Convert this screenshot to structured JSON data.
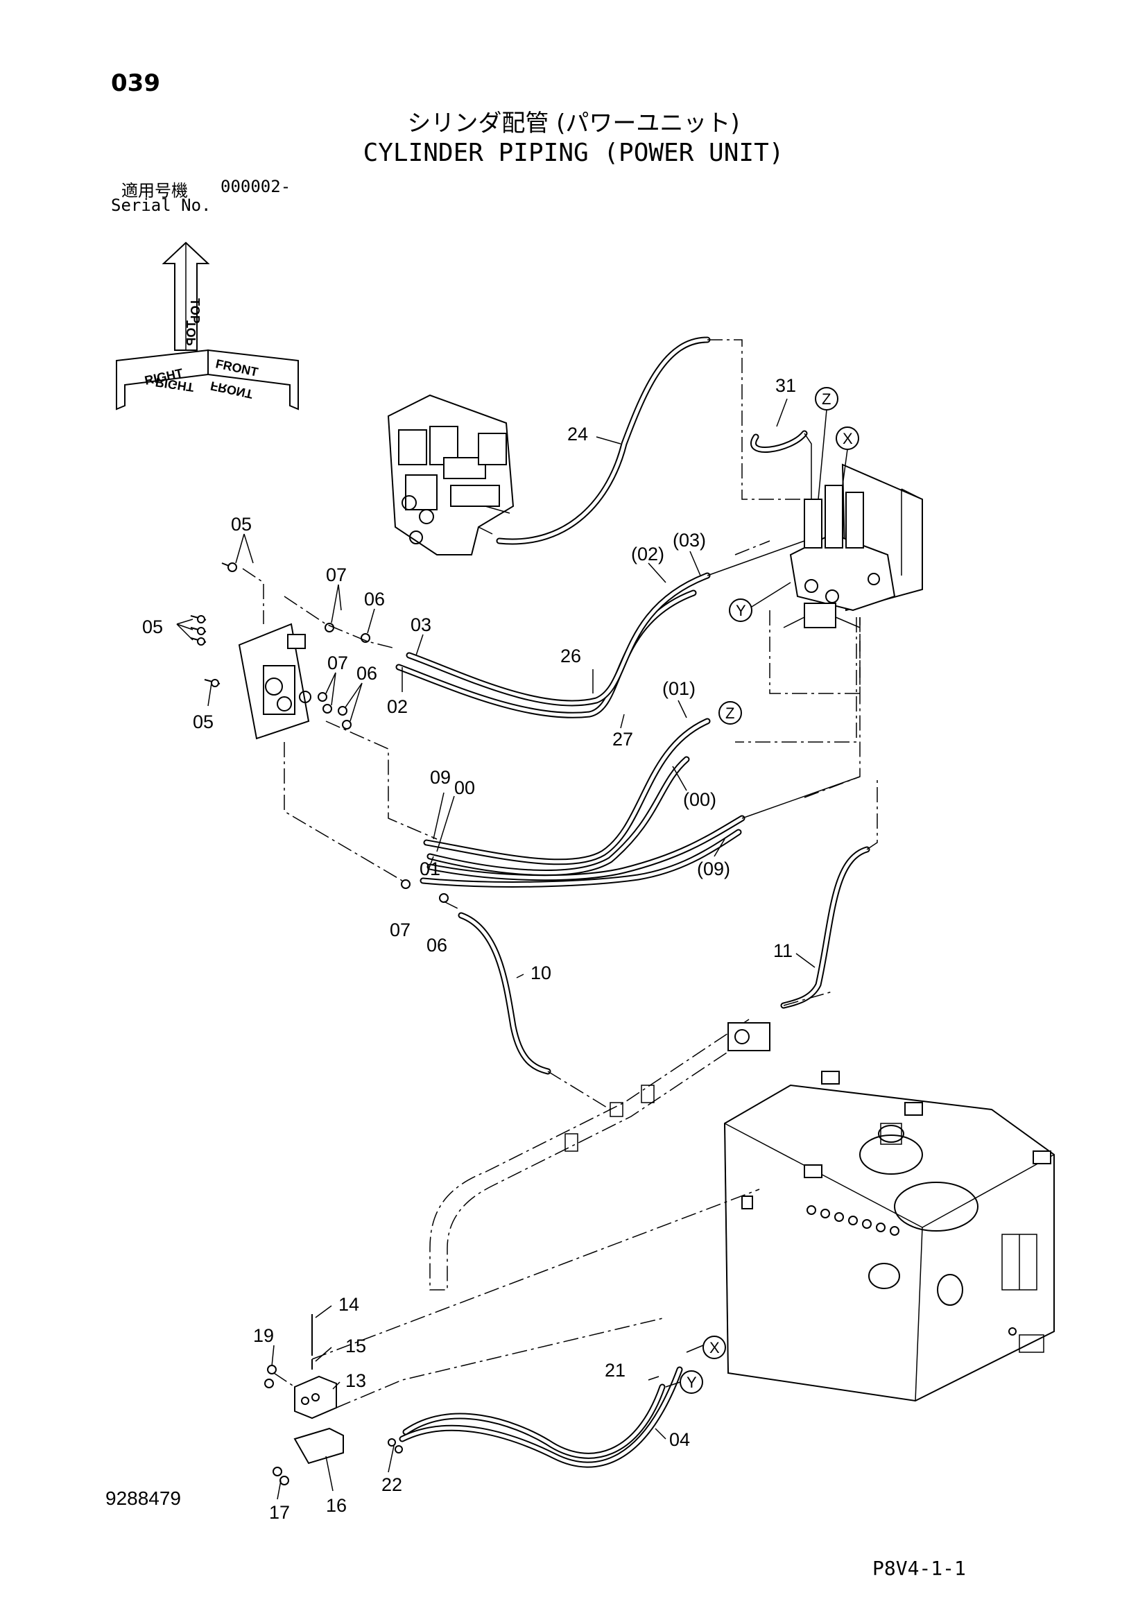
{
  "page_number": "039",
  "title_jp": "シリンダ配管 (パワーユニット)",
  "title_en": "CYLINDER PIPING (POWER UNIT)",
  "serial": {
    "label_jp": "適用号機",
    "value": "000002-",
    "label_en": "Serial No."
  },
  "orientation": {
    "top": "TOP",
    "right": "RIGHT",
    "front": "FRONT"
  },
  "callouts": {
    "x": "X",
    "y": "Y",
    "z": "Z"
  },
  "part_labels": {
    "p00": "00",
    "p00b": "(00)",
    "p01": "01",
    "p01b": "(01)",
    "p02": "02",
    "p02b": "(02)",
    "p03": "03",
    "p03b": "(03)",
    "p04": "04",
    "p05": "05",
    "p06": "06",
    "p07": "07",
    "p09": "09",
    "p09b": "(09)",
    "p10": "10",
    "p11": "11",
    "p13": "13",
    "p14": "14",
    "p15": "15",
    "p16": "16",
    "p17": "17",
    "p19": "19",
    "p21": "21",
    "p22": "22",
    "p24": "24",
    "p26": "26",
    "p27": "27",
    "p31": "31"
  },
  "doc_number": "9288479",
  "page_code": "P8V4-1-1"
}
